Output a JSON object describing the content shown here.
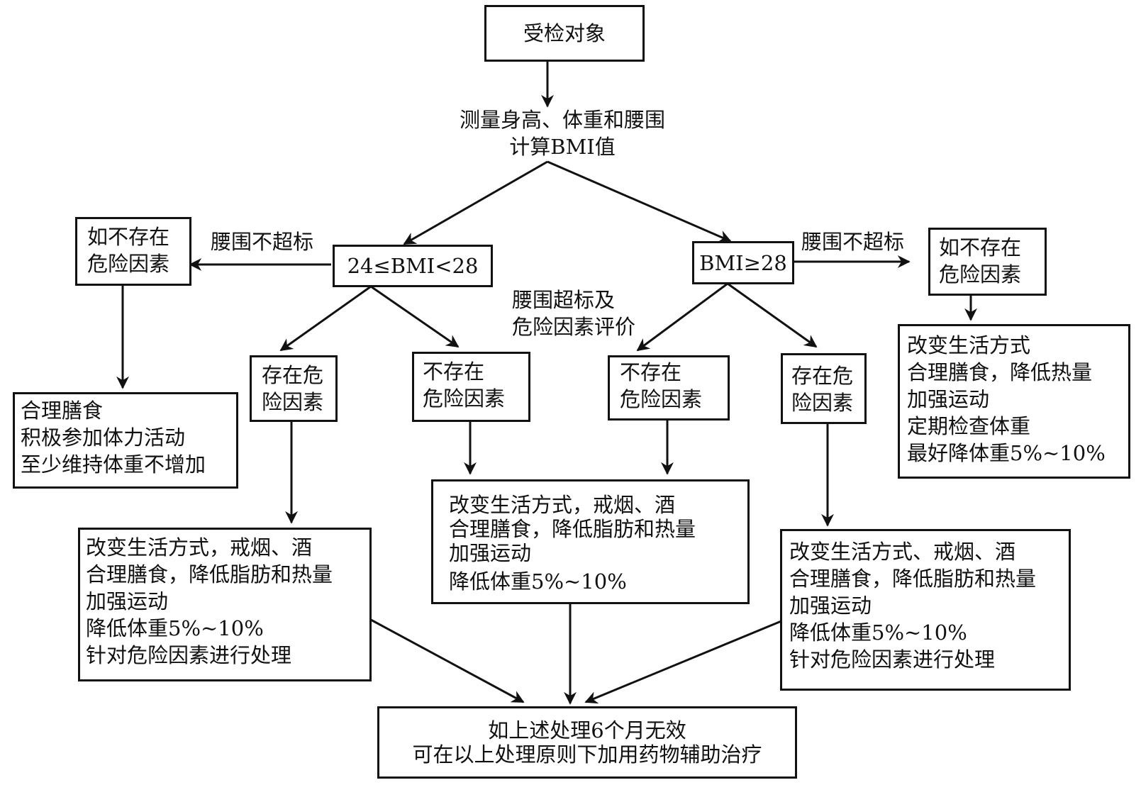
{
  "diagram": {
    "type": "flowchart",
    "nodes": {
      "subject": {
        "lines": [
          "受检对象"
        ]
      },
      "measure": {
        "lines": [
          "测量身高、体重和腰围",
          "计算BMI值"
        ]
      },
      "bmi_mid": {
        "lines": [
          "24≤BMI<28"
        ]
      },
      "bmi_high": {
        "lines": [
          "BMI≥28"
        ]
      },
      "left_no_risk": {
        "lines": [
          "如不存在",
          "危险因素"
        ]
      },
      "right_no_risk": {
        "lines": [
          "如不存在",
          "危险因素"
        ]
      },
      "left_advice": {
        "lines": [
          "合理膳食",
          "积极参加体力活动",
          "至少维持体重不增加"
        ]
      },
      "right_advice": {
        "lines": [
          "改变生活方式",
          "合理膳食，降低热量",
          "加强运动",
          "定期检查体重",
          "最好降体重5%~10%"
        ]
      },
      "mid_has_risk": {
        "lines": [
          "存在危",
          "险因素"
        ]
      },
      "mid_no_risk": {
        "lines": [
          "不存在",
          "危险因素"
        ]
      },
      "high_no_risk": {
        "lines": [
          "不存在",
          "危险因素"
        ]
      },
      "high_has_risk": {
        "lines": [
          "存在危",
          "险因素"
        ]
      },
      "mid_risk_treatment": {
        "lines": [
          "改变生活方式，戒烟、酒",
          "合理膳食，降低脂肪和热量",
          "加强运动",
          "降低体重5%~10%",
          "针对危险因素进行处理"
        ]
      },
      "no_risk_treatment": {
        "lines": [
          "改变生活方式，戒烟、酒",
          "合理膳食，降低脂肪和热量",
          "加强运动",
          "降低体重5%~10%"
        ]
      },
      "high_risk_treatment": {
        "lines": [
          "改变生活方式、戒烟、酒",
          "合理膳食，降低脂肪和热量",
          "加强运动",
          "降低体重5%~10%",
          "针对危险因素进行处理"
        ]
      },
      "final": {
        "lines": [
          "如上述处理6个月无效",
          "可在以上处理原则下加用药物辅助治疗"
        ]
      }
    },
    "edge_labels": {
      "waist_ok_left": "腰围不超标",
      "waist_ok_right": "腰围不超标",
      "waist_exceed": [
        "腰围超标及",
        "危险因素评价"
      ]
    },
    "edges": [
      [
        "subject",
        "measure"
      ],
      [
        "measure",
        "bmi_mid"
      ],
      [
        "measure",
        "bmi_high"
      ],
      [
        "bmi_mid",
        "left_no_risk"
      ],
      [
        "bmi_high",
        "right_no_risk"
      ],
      [
        "left_no_risk",
        "left_advice"
      ],
      [
        "right_no_risk",
        "right_advice"
      ],
      [
        "bmi_mid",
        "mid_has_risk"
      ],
      [
        "bmi_mid",
        "mid_no_risk"
      ],
      [
        "bmi_high",
        "high_no_risk"
      ],
      [
        "bmi_high",
        "high_has_risk"
      ],
      [
        "mid_has_risk",
        "mid_risk_treatment"
      ],
      [
        "mid_no_risk",
        "no_risk_treatment"
      ],
      [
        "high_no_risk",
        "no_risk_treatment"
      ],
      [
        "high_has_risk",
        "high_risk_treatment"
      ],
      [
        "mid_risk_treatment",
        "final"
      ],
      [
        "no_risk_treatment",
        "final"
      ],
      [
        "high_risk_treatment",
        "final"
      ]
    ],
    "colors": {
      "stroke": "#111111",
      "background": "#ffffff",
      "text": "#111111"
    }
  }
}
